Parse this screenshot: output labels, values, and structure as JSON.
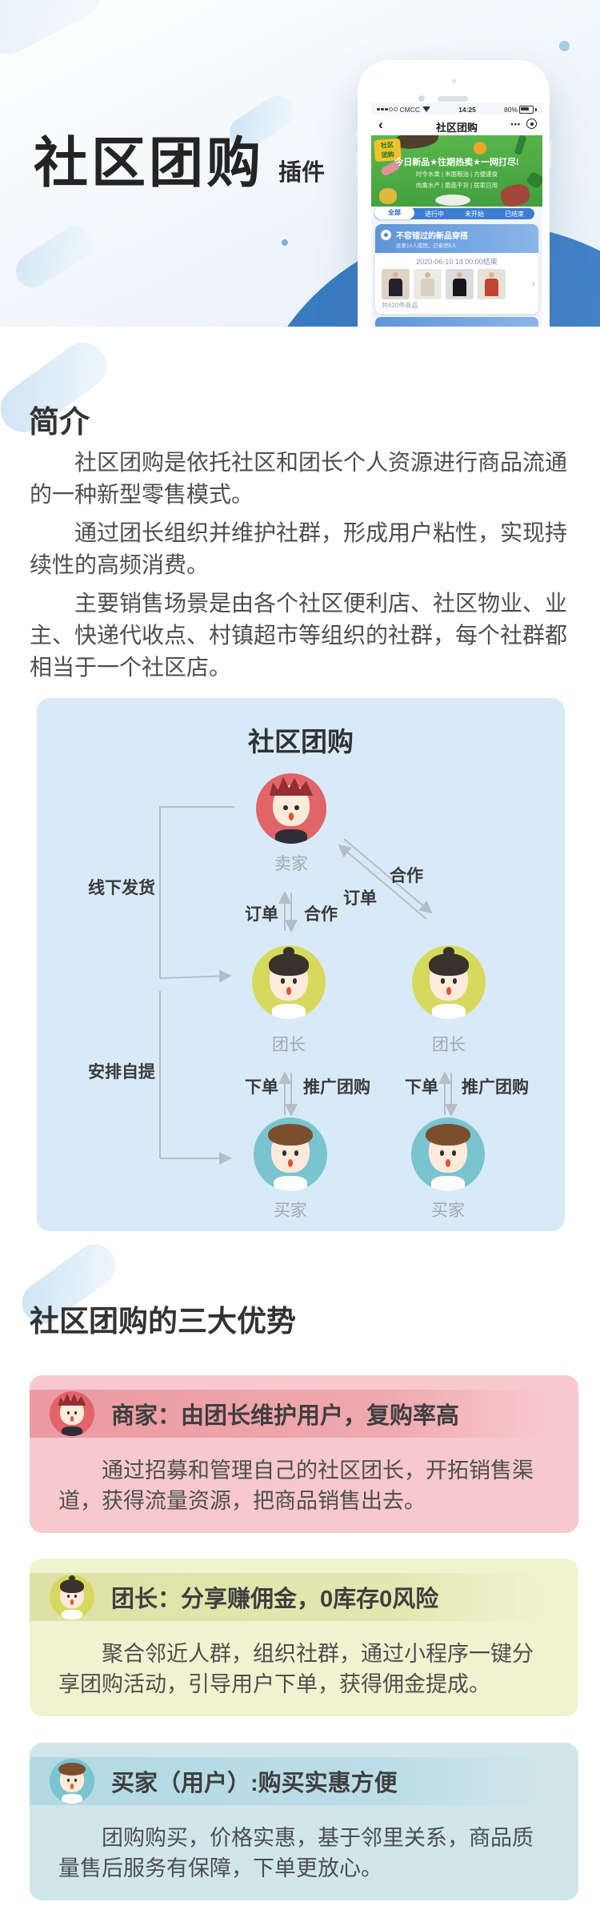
{
  "palette": {
    "brand_blue": "#3e7ec4",
    "hero_bg": "#eef5fa",
    "diagram_bg": "#d8eaf7",
    "card_pink": "#f7c9cc",
    "band_pink": "#eb9aa2",
    "card_yellow": "#f1f3d0",
    "band_yellow": "#dde3a6",
    "card_blue": "#d0e6eb",
    "band_blue": "#b2d9e2",
    "banner_green": "#4aad42",
    "tab_blue": "#3d7ed2"
  },
  "hero": {
    "title": "社区团购",
    "subtitle": "插件",
    "phone": {
      "status": {
        "carrier": "CMCC",
        "time": "14:25",
        "battery": "80%"
      },
      "nav": {
        "back_icon": "‹",
        "title": "社区团购",
        "more_icon": "•••"
      },
      "banner": {
        "badge_line1": "社区",
        "badge_line2": "团购",
        "headline": "今日新品★往期热卖★一网打尽!",
        "subline1": "时令水果 | 米面粮油 | 方便速食",
        "subline2": "肉禽水产 | 菌菇干货 | 居家日用"
      },
      "tabs": [
        "全部",
        "进行中",
        "未开始",
        "已结束"
      ],
      "group_card": {
        "title": "不容错过的新品穿搭",
        "subtitle": "还差10人成团，已参团5人",
        "deadline": "2020-06-10 14:00:00结束",
        "chevron_icon": "›",
        "footer": "共620件商品"
      }
    }
  },
  "intro": {
    "heading": "简介",
    "paragraphs": [
      "社区团购是依托社区和团长个人资源进行商品流通的一种新型零售模式。",
      "通过团长组织并维护社群，形成用户粘性，实现持续性的高频消费。",
      "主要销售场景是由各个社区便利店、社区物业、业主、快递代收点、村镇超市等组织的社群，每个社群都相当于一个社区店。"
    ]
  },
  "diagram": {
    "title": "社区团购",
    "roles": {
      "seller": "卖家",
      "leader": "团长",
      "buyer": "买家"
    },
    "labels": {
      "offline_delivery": "线下发货",
      "arrange_pickup": "安排自提",
      "order": "订单",
      "cooperate": "合作",
      "place_order": "下单",
      "promote": "推广团购"
    }
  },
  "advantages": {
    "heading": "社区团购的三大优势",
    "cards": [
      {
        "role": "merchant",
        "title": "商家：由团长维护用户，复购率高",
        "body": "通过招募和管理自己的社区团长，开拓销售渠道，获得流量资源，把商品销售出去。"
      },
      {
        "role": "leader",
        "title": "团长：分享赚佣金，0库存0风险",
        "body": "聚合邻近人群，组织社群，通过小程序一键分享团购活动，引导用户下单，获得佣金提成。"
      },
      {
        "role": "buyer",
        "title": "买家（用户）:购买实惠方便",
        "body": "团购购买，价格实惠，基于邻里关系，商品质量售后服务有保障，下单更放心。"
      }
    ]
  }
}
